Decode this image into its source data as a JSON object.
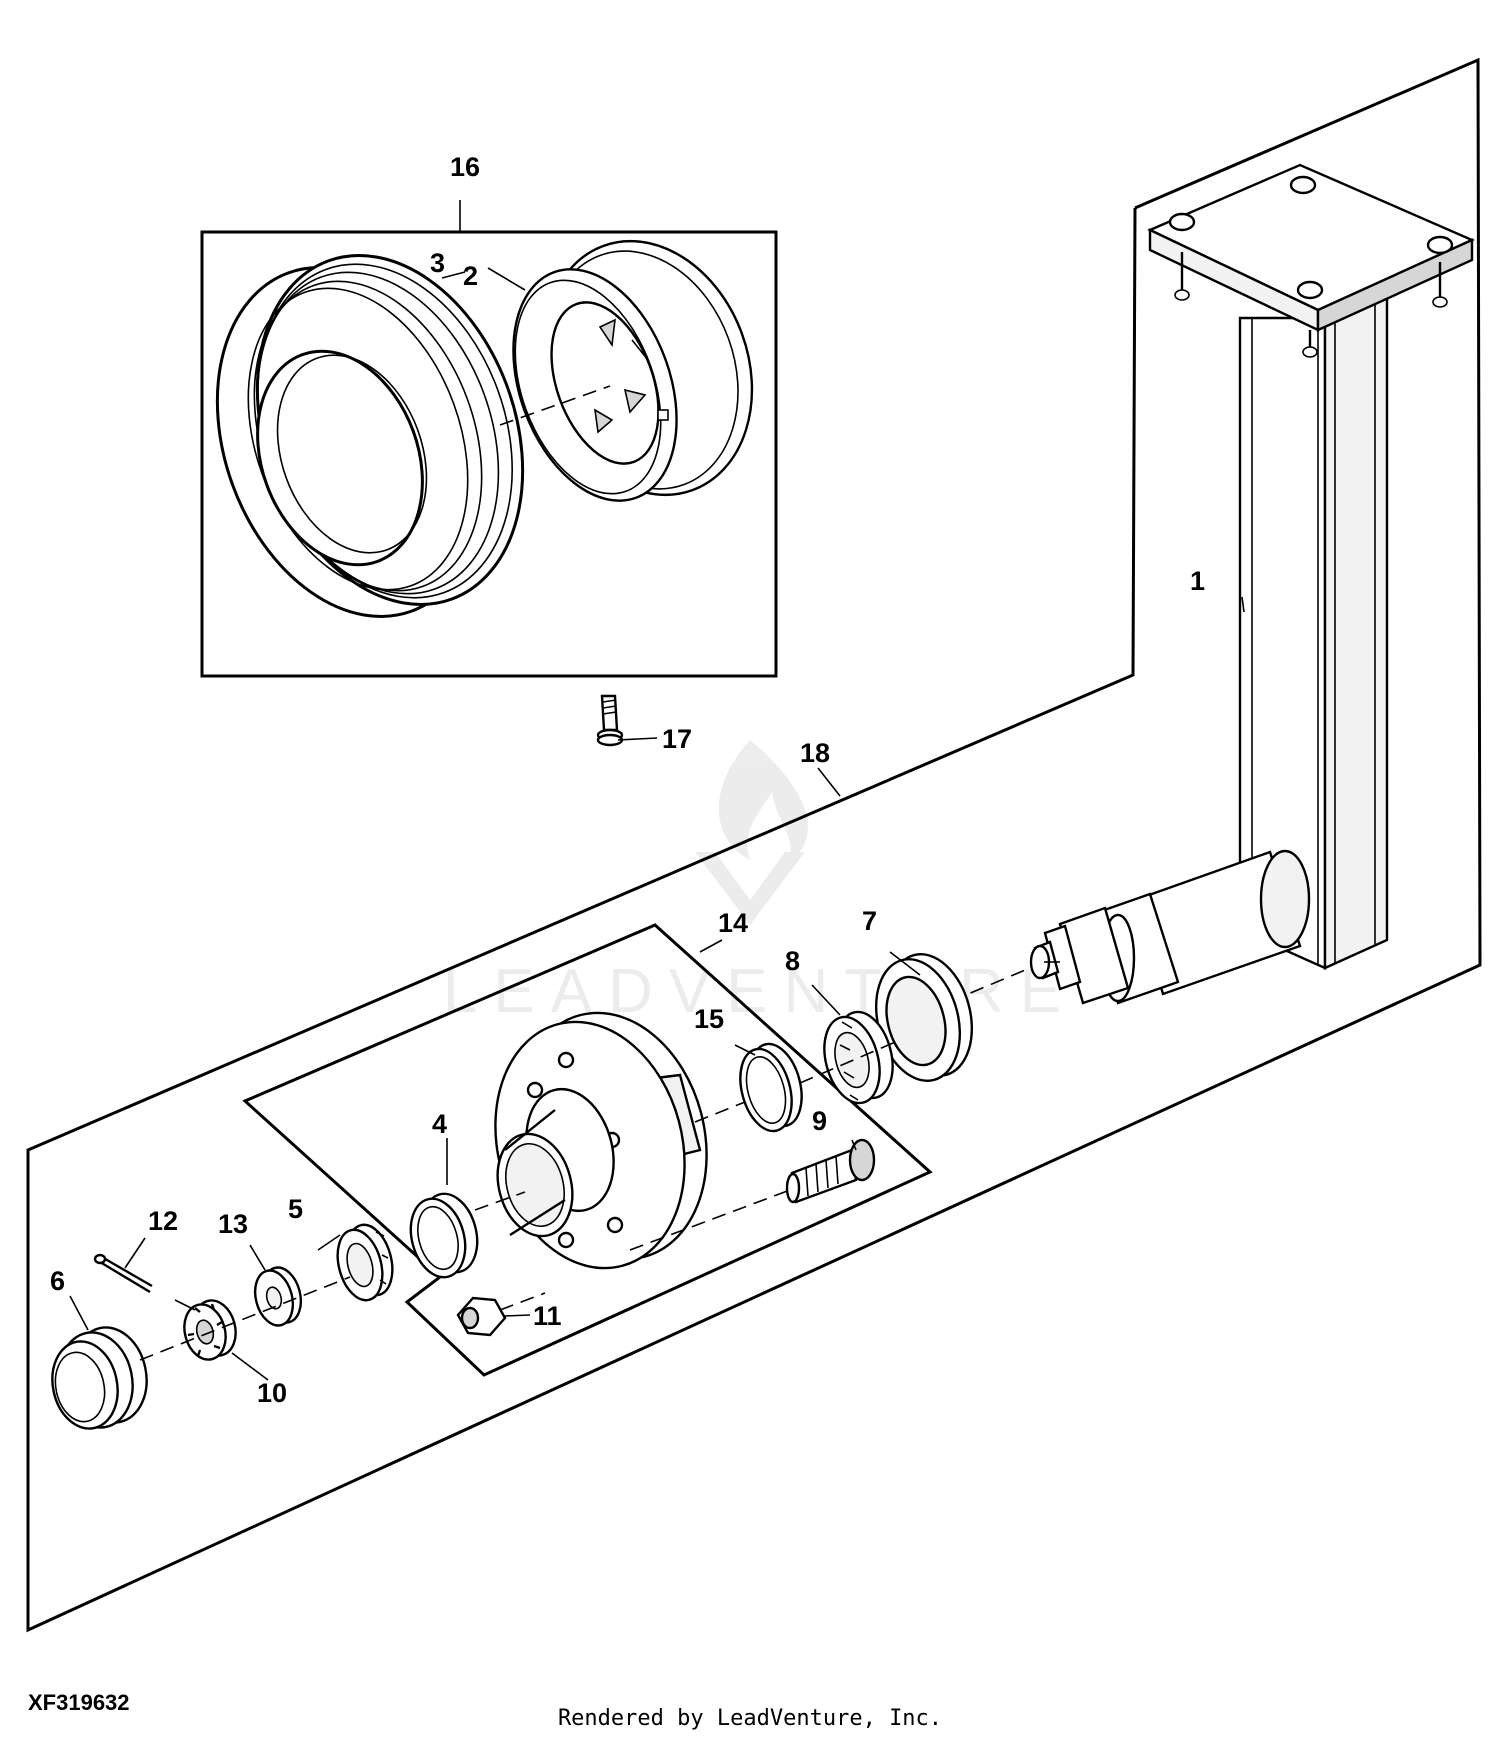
{
  "diagram": {
    "callouts": [
      "1",
      "2",
      "3",
      "4",
      "5",
      "6",
      "7",
      "8",
      "9",
      "10",
      "11",
      "12",
      "13",
      "14",
      "15",
      "16",
      "17",
      "18"
    ],
    "figure_id": "XF319632",
    "watermark": "LEADVENTURE",
    "credit": "Rendered by LeadVenture, Inc."
  }
}
